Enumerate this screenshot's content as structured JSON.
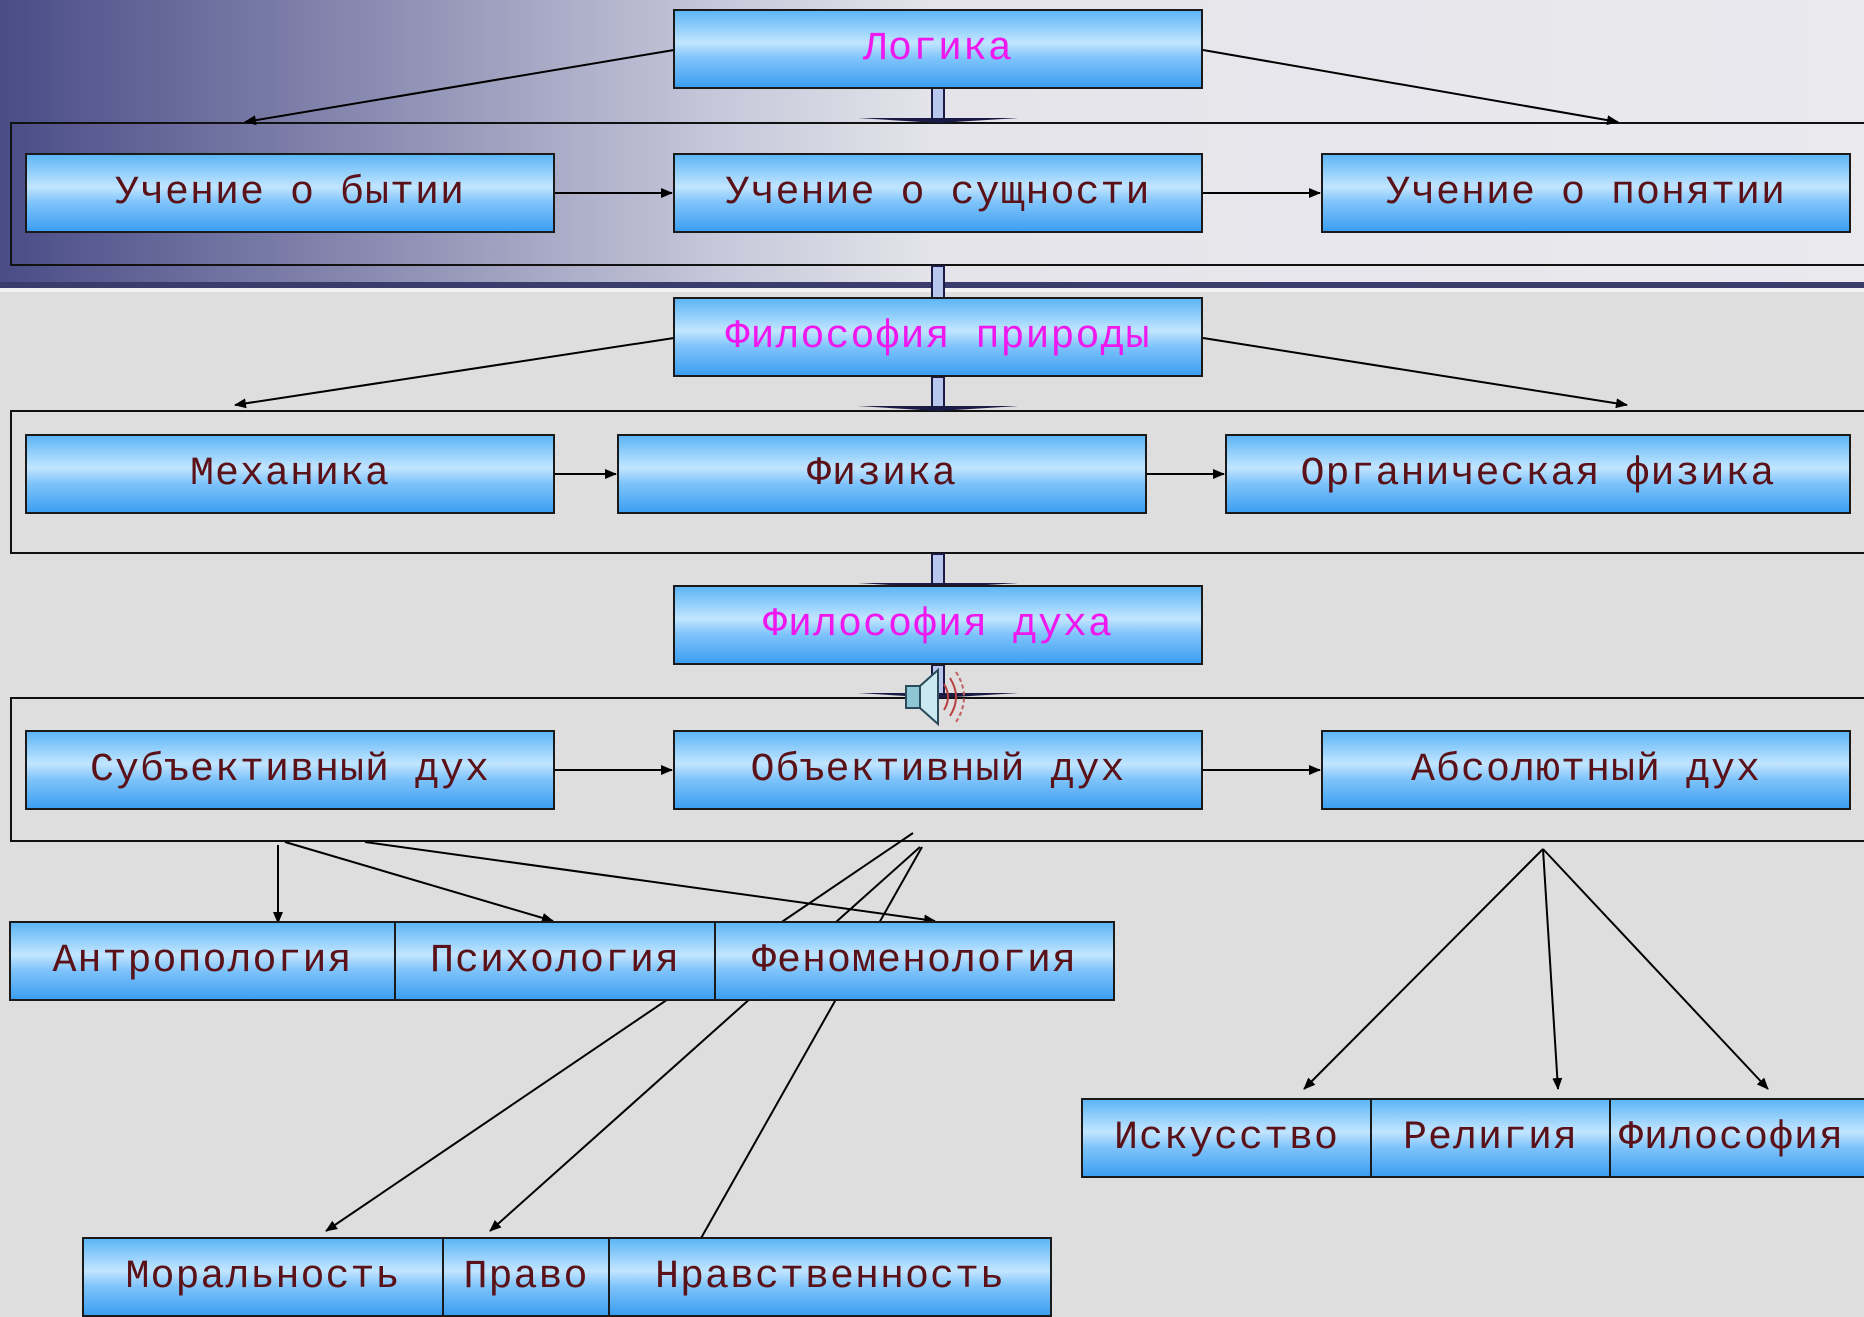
{
  "colors": {
    "main_text": "#ee18ee",
    "node_text": "#5a1118",
    "box_fill": "#7fc4fb",
    "line": "#000000"
  },
  "logic": {
    "title": "Логика",
    "items": [
      "Учение о бытии",
      "Учение о сущности",
      "Учение о понятии"
    ]
  },
  "nature": {
    "title": "Философия природы",
    "items": [
      "Механика",
      "Физика",
      "Органическая физика"
    ]
  },
  "spirit": {
    "title": "Философия духа",
    "items": [
      "Субъективный дух",
      "Объективный дух",
      "Абсолютный дух"
    ],
    "subjective_parts": [
      "Антропология",
      "Психология",
      "Феноменология"
    ],
    "objective_parts": [
      "Моральность",
      "Право",
      "Нравственность"
    ],
    "absolute_parts": [
      "Искусство",
      "Религия",
      "Философия"
    ]
  },
  "icons": {
    "speaker": "speaker-sound-icon"
  }
}
